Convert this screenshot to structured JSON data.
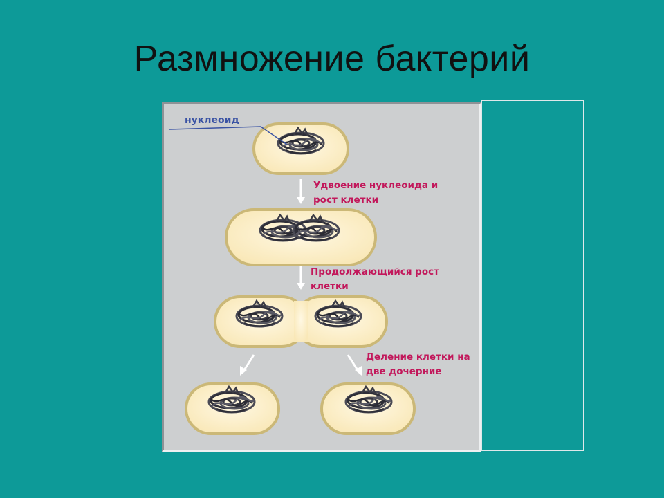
{
  "title": "Размножение бактерий",
  "diagram": {
    "nucleoid_label": "нуклеоид",
    "step1_line1": "Удвоение нуклеоида и",
    "step1_line2": "рост клетки",
    "step2_line1": "Продолжающийся рост",
    "step2_line2": "клетки",
    "step3_line1": "Деление клетки на",
    "step3_line2": "две дочерние",
    "colors": {
      "background": "#0d9a98",
      "panel": "#cdcfd0",
      "cell_fill": "#fdf0cc",
      "cell_stroke": "#cbb877",
      "label": "#c2185b",
      "nucleoid_label": "#3a53a4"
    }
  }
}
